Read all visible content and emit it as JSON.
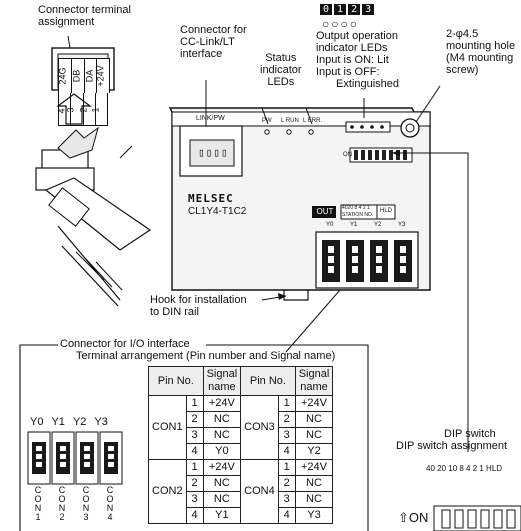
{
  "labels": {
    "connector_terminal_assignment": [
      "Connector terminal",
      "assignment"
    ],
    "cclink_connector": [
      "Connector for",
      "CC-Link/LT",
      "interface"
    ],
    "status_leds": [
      "Status",
      "indicator",
      "LEDs"
    ],
    "output_leds": [
      "Output operation",
      "indicator LEDs",
      "Input is ON: Lit",
      "Input is OFF:",
      "Extinguished"
    ],
    "mounting_holes": [
      "2-φ4.5",
      "mounting hole",
      "(M4 mounting",
      "screw)"
    ],
    "din_hook": [
      "Hook for installation",
      "to DIN rail"
    ],
    "io_connector_title": [
      "Connector for I/O interface",
      "Terminal arrangement (Pin number and Signal name)"
    ],
    "dip_switch": [
      "DIP switch",
      "DIP switch assignment"
    ]
  },
  "output_led_numbers": [
    "0",
    "1",
    "2",
    "3"
  ],
  "terminal_pins": [
    {
      "num": "4",
      "name": "24G"
    },
    {
      "num": "3",
      "name": "DB"
    },
    {
      "num": "2",
      "name": "DA"
    },
    {
      "num": "1",
      "name": "+24V"
    }
  ],
  "module": {
    "port_label": "LINK/PW",
    "status_leds": [
      "PW",
      "L RUN",
      "L ERR."
    ],
    "brand": "MELSEC",
    "model": "CL1Y4-T1C2",
    "out_badge": "OUT",
    "station_box": "4020 8 4 2 1",
    "station_label": "STATION NO.",
    "hld": "HLD",
    "on_mark": "ON",
    "channel_labels": [
      "Y0",
      "Y1",
      "Y2",
      "Y3"
    ]
  },
  "io_connectors": [
    {
      "top": "Y0",
      "name": "CON 1"
    },
    {
      "top": "Y1",
      "name": "CON 2"
    },
    {
      "top": "Y2",
      "name": "CON 3"
    },
    {
      "top": "Y3",
      "name": "CON 4"
    }
  ],
  "pin_table": {
    "header": {
      "pin": "Pin No.",
      "signal": [
        "Signal",
        "name"
      ]
    },
    "groups": [
      {
        "left": {
          "con": "CON1",
          "rows": [
            {
              "n": "1",
              "s": "+24V"
            },
            {
              "n": "2",
              "s": "NC"
            },
            {
              "n": "3",
              "s": "NC"
            },
            {
              "n": "4",
              "s": "Y0"
            }
          ]
        },
        "right": {
          "con": "CON3",
          "rows": [
            {
              "n": "1",
              "s": "+24V"
            },
            {
              "n": "2",
              "s": "NC"
            },
            {
              "n": "3",
              "s": "NC"
            },
            {
              "n": "4",
              "s": "Y2"
            }
          ]
        }
      },
      {
        "left": {
          "con": "CON2",
          "rows": [
            {
              "n": "1",
              "s": "+24V"
            },
            {
              "n": "2",
              "s": "NC"
            },
            {
              "n": "3",
              "s": "NC"
            },
            {
              "n": "4",
              "s": "Y1"
            }
          ]
        },
        "right": {
          "con": "CON4",
          "rows": [
            {
              "n": "1",
              "s": "+24V"
            },
            {
              "n": "2",
              "s": "NC"
            },
            {
              "n": "3",
              "s": "NC"
            },
            {
              "n": "4",
              "s": "Y3"
            }
          ]
        }
      }
    ]
  },
  "dip": {
    "scale": "40 20 10 8 4 2 1 HLD",
    "on_label": "ON"
  }
}
